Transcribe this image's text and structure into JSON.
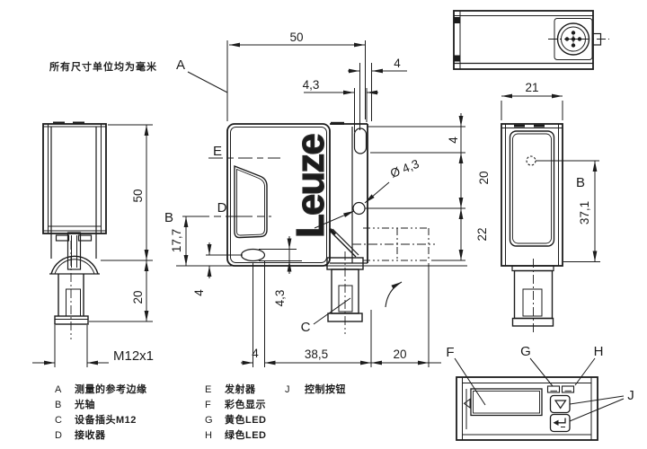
{
  "note": "所有尺寸单位均为毫米",
  "brand_logo": "Leuze",
  "dims": {
    "left_height": "50",
    "left_conn_len": "20",
    "thread": "M12x1",
    "front_width": "50",
    "front_top_off": "4",
    "front_top_slot": "4,3",
    "hole_dia": "Ø 4,3",
    "axis_to_bottom": "17,7",
    "oval_to_bottom": "4",
    "oval_height": "4,3",
    "bottom_left": "4",
    "bottom_mid": "38,5",
    "bottom_right": "20",
    "chain_top": "4",
    "chain_mid": "20",
    "chain_low": "22",
    "right_width": "21",
    "beam_to_bottom": "37,1"
  },
  "labels": {
    "a": "A",
    "b": "B",
    "c": "C",
    "d": "D",
    "e": "E",
    "f": "F",
    "g": "G",
    "h": "H",
    "j": "J"
  },
  "legend": {
    "col1": [
      {
        "k": "A",
        "v": "测量的参考边缘"
      },
      {
        "k": "B",
        "v": "光轴"
      },
      {
        "k": "C",
        "v": "设备插头M12"
      },
      {
        "k": "D",
        "v": "接收器"
      }
    ],
    "col2": [
      {
        "k": "E",
        "v": "发射器"
      },
      {
        "k": "F",
        "v": "彩色显示"
      },
      {
        "k": "G",
        "v": "黄色LED"
      },
      {
        "k": "H",
        "v": "绿色LED"
      }
    ],
    "col3": [
      {
        "k": "J",
        "v": "控制按钮"
      }
    ]
  }
}
